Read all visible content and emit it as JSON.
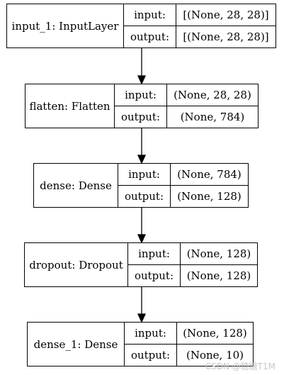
{
  "layers": [
    {
      "name": "input_1: InputLayer",
      "input_label": "input:",
      "output_label": "output:",
      "input": "[(None, 28, 28)]",
      "output": "[(None, 28, 28)]"
    },
    {
      "name": "flatten: Flatten",
      "input_label": "input:",
      "output_label": "output:",
      "input": "(None, 28, 28)",
      "output": "(None, 784)"
    },
    {
      "name": "dense: Dense",
      "input_label": "input:",
      "output_label": "output:",
      "input": "(None, 784)",
      "output": "(None, 128)"
    },
    {
      "name": "dropout: Dropout",
      "input_label": "input:",
      "output_label": "output:",
      "input": "(None, 128)",
      "output": "(None, 128)"
    },
    {
      "name": "dense_1: Dense",
      "input_label": "input:",
      "output_label": "output:",
      "input": "(None, 128)",
      "output": "(None, 10)"
    }
  ],
  "watermark": "CSDN @糖糖T1M"
}
